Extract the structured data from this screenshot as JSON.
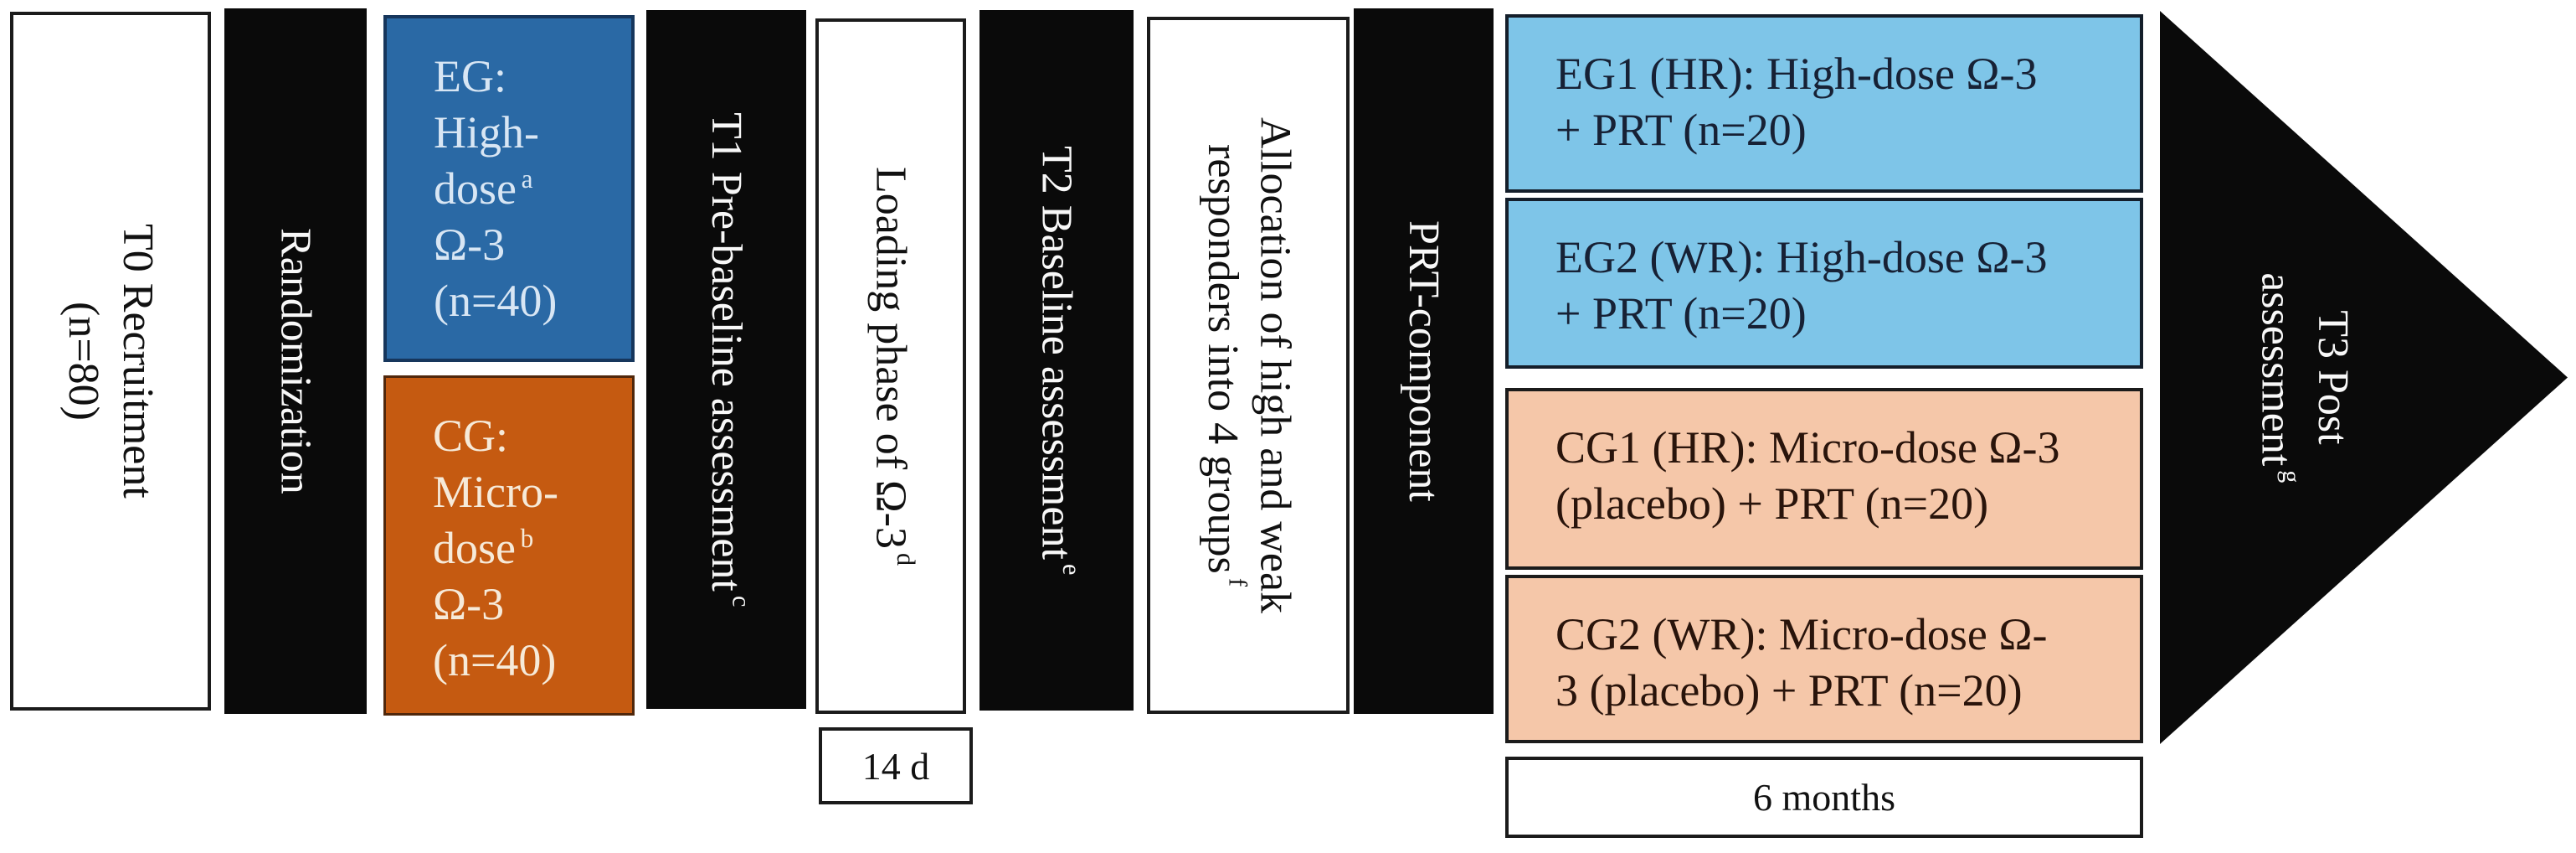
{
  "palette": {
    "black_box": "#0a0a0a",
    "eg_blue_fill": "#2a69a5",
    "cg_orange_fill": "#c55a11",
    "group_light_blue_fill": "#7ec5e8",
    "group_peach_fill": "#f5c7a9",
    "white_box": "#ffffff"
  },
  "stages": {
    "t0": {
      "lines": [
        {
          "t": "T0 Recruitment"
        },
        {
          "t": "(n=80)"
        }
      ]
    },
    "randomization": {
      "t": "Randomization"
    },
    "eg": {
      "lines": [
        {
          "t": "EG:"
        },
        {
          "t": "High-"
        },
        {
          "t": "dose",
          "sup": "a"
        },
        {
          "t": "Ω-3"
        },
        {
          "t": "(n=40)"
        }
      ]
    },
    "cg": {
      "lines": [
        {
          "t": "CG:"
        },
        {
          "t": "Micro-"
        },
        {
          "t": "dose",
          "sup": "b"
        },
        {
          "t": "Ω-3"
        },
        {
          "t": "(n=40)"
        }
      ]
    },
    "t1": {
      "t": "T1 Pre-baseline assessment",
      "sup": "c"
    },
    "loading": {
      "t": "Loading phase of Ω-3",
      "sup": "d"
    },
    "loading_duration": {
      "t": "14 d"
    },
    "t2": {
      "t": "T2 Baseline assessment",
      "sup": "e"
    },
    "allocation": {
      "lines": [
        {
          "t": "Allocation of high and weak"
        },
        {
          "t": "responders into 4 groups",
          "sup": "f"
        }
      ]
    },
    "prt": {
      "t": "PRT-component"
    },
    "eg1": {
      "lines": [
        {
          "t": "EG1 (HR): High-dose Ω-3"
        },
        {
          "t": "+ PRT (n=20)"
        }
      ]
    },
    "eg2": {
      "lines": [
        {
          "t": "EG2 (WR): High-dose Ω-3"
        },
        {
          "t": "+ PRT (n=20)"
        }
      ]
    },
    "cg1": {
      "lines": [
        {
          "t": "CG1 (HR): Micro-dose Ω-3"
        },
        {
          "t": "(placebo) + PRT (n=20)"
        }
      ]
    },
    "cg2": {
      "lines": [
        {
          "t": "CG2 (WR): Micro-dose Ω-"
        },
        {
          "t": "3 (placebo) + PRT (n=20)"
        }
      ]
    },
    "prt_duration": {
      "t": "6 months"
    },
    "t3": {
      "lines": [
        {
          "t": "T3 Post"
        },
        {
          "t": "assessment",
          "sup": "g"
        }
      ]
    }
  }
}
